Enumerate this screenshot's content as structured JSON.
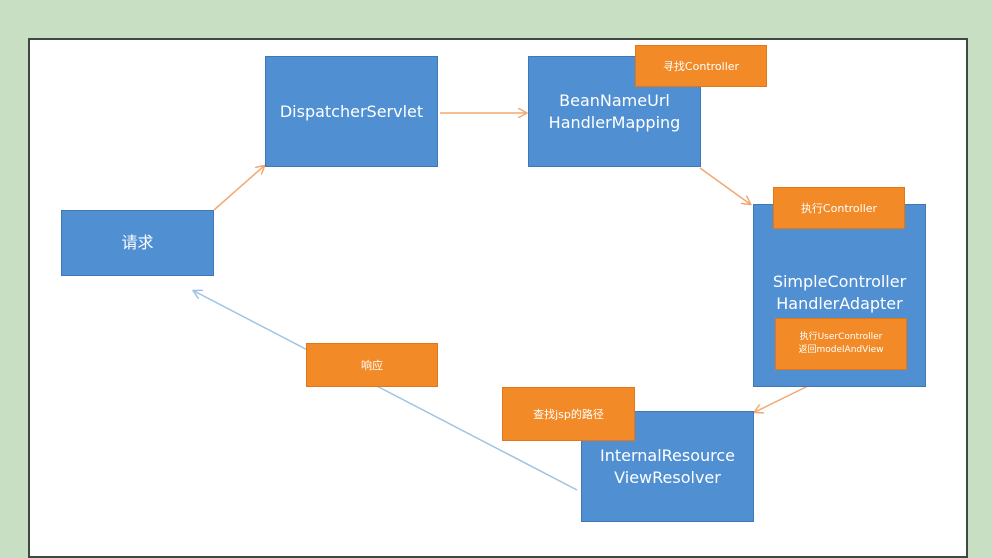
{
  "nodes": {
    "request": "请求",
    "dispatcher": "DispatcherServlet",
    "mapping": [
      "BeanNameUrl",
      "HandlerMapping"
    ],
    "adapter": [
      "SimpleController",
      "HandlerAdapter"
    ],
    "resolver": [
      "InternalResource",
      "ViewResolver"
    ]
  },
  "labels": {
    "find_controller": "寻找Controller",
    "execute_controller": "执行Controller",
    "execute_user_controller": [
      "执行UserController",
      "返回modelAndView"
    ],
    "find_jsp_path": "查找jsp的路径",
    "response": "响应"
  },
  "colors": {
    "background": "#c9dfc4",
    "node_blue": "#4f8fd2",
    "tag_orange": "#f28a27",
    "arrow_orange": "#f2a870",
    "arrow_blue": "#9cc3e4"
  }
}
